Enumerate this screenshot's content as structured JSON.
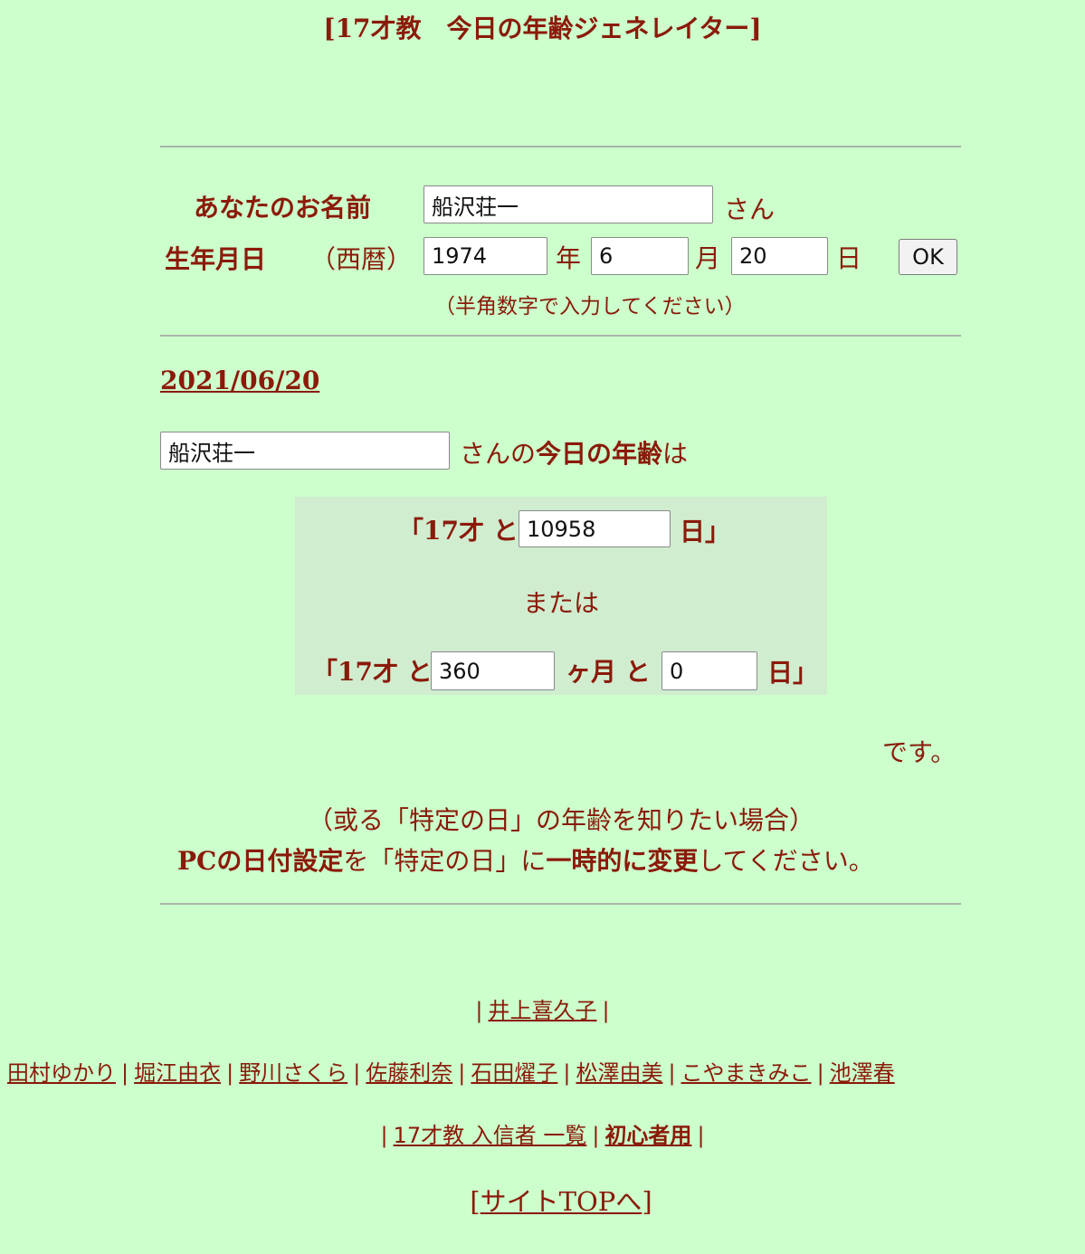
{
  "page": {
    "title": "[17才教　今日の年齢ジェネレイター]"
  },
  "form": {
    "name_label": "あなたのお名前",
    "name_value": "船沢荘一",
    "name_suffix": "さん",
    "birth_label": "生年月日",
    "era_label": "（西暦）",
    "year_value": "1974",
    "year_unit": "年",
    "month_value": "6",
    "month_unit": "月",
    "day_value": "20",
    "day_unit": "日",
    "ok_label": "OK",
    "hint": "（半角数字で入力してください）"
  },
  "result": {
    "date": "2021/06/20",
    "name_value": "船沢荘一",
    "sentence_pre": "さんの",
    "sentence_bold": "今日の年齢",
    "sentence_post": "は",
    "line1_pre": "「17才 と",
    "line1_days": "10958",
    "line1_post": "日」",
    "or_text": "または",
    "line2_pre": "「17才 と",
    "line2_months": "360",
    "line2_mid": "ヶ月 と",
    "line2_days": "0",
    "line2_post": "日」",
    "desu": "です。"
  },
  "note": {
    "line1": "（或る「特定の日」の年齢を知りたい場合）",
    "line2_bold1": "PCの日付設定",
    "line2_mid": "を「特定の日」に",
    "line2_bold2": "一時的に変更",
    "line2_post": "してください。"
  },
  "nav": {
    "row1": [
      "井上喜久子"
    ],
    "row2": [
      "田村ゆかり",
      "堀江由衣",
      "野川さくら",
      "佐藤利奈",
      "石田燿子",
      "松澤由美",
      "こやまきみこ",
      "池澤春"
    ],
    "row3_link1": "17才教 入信者 一覧",
    "row3_link2": "初心者用",
    "site_top_pre": "[",
    "site_top_link": "サイトTOPへ",
    "site_top_post": "]"
  },
  "colors": {
    "background": "#ccffcc",
    "text": "#8b1a0a",
    "result_box": "#d0edd0"
  }
}
